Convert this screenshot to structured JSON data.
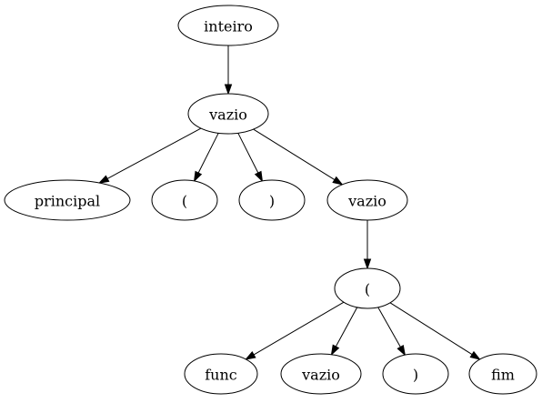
{
  "tree": {
    "nodes": [
      {
        "id": "n0",
        "label": "inteiro"
      },
      {
        "id": "n1",
        "label": "vazio"
      },
      {
        "id": "n2",
        "label": "principal"
      },
      {
        "id": "n3",
        "label": "("
      },
      {
        "id": "n4",
        "label": ")"
      },
      {
        "id": "n5",
        "label": "vazio"
      },
      {
        "id": "n6",
        "label": "("
      },
      {
        "id": "n7",
        "label": "func"
      },
      {
        "id": "n8",
        "label": "vazio"
      },
      {
        "id": "n9",
        "label": ")"
      },
      {
        "id": "n10",
        "label": "fim"
      }
    ],
    "edges": [
      {
        "from": "n0",
        "to": "n1"
      },
      {
        "from": "n1",
        "to": "n2"
      },
      {
        "from": "n1",
        "to": "n3"
      },
      {
        "from": "n1",
        "to": "n4"
      },
      {
        "from": "n1",
        "to": "n5"
      },
      {
        "from": "n5",
        "to": "n6"
      },
      {
        "from": "n6",
        "to": "n7"
      },
      {
        "from": "n6",
        "to": "n8"
      },
      {
        "from": "n6",
        "to": "n9"
      },
      {
        "from": "n6",
        "to": "n10"
      }
    ]
  }
}
